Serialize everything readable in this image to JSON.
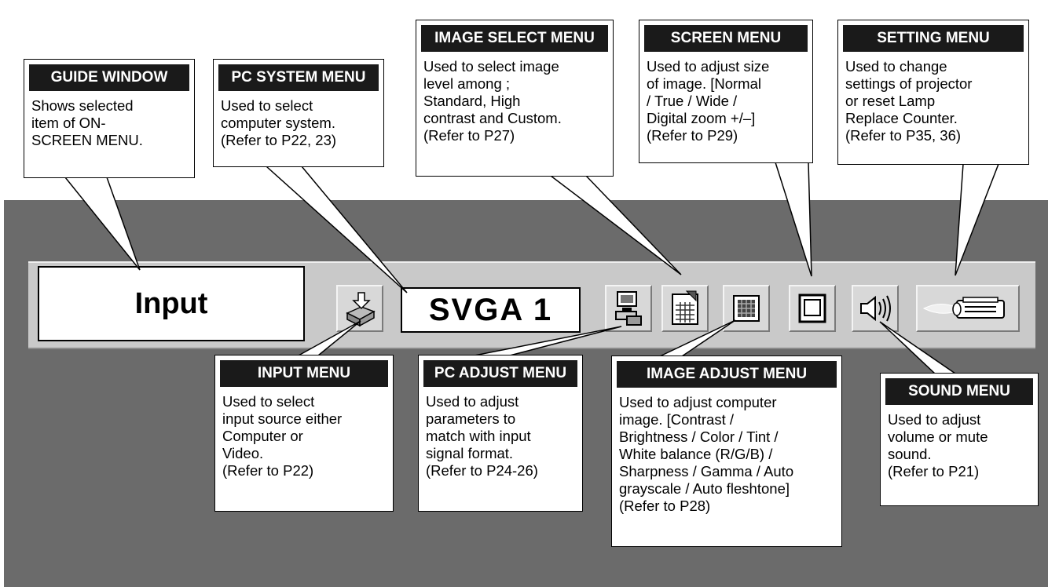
{
  "menubar": {
    "guide_text": "Input",
    "system_text": "SVGA 1",
    "icons": [
      "input-icon",
      "pc-system-icon",
      "pc-adjust-icon",
      "image-select-icon",
      "image-adjust-icon",
      "screen-icon",
      "sound-icon",
      "setting-icon"
    ]
  },
  "callouts": {
    "guide_window": {
      "title": "GUIDE WINDOW",
      "text": "Shows selected\nitem of ON-\nSCREEN MENU."
    },
    "pc_system": {
      "title": "PC SYSTEM MENU",
      "text": "Used to select\ncomputer system.\n(Refer to P22, 23)"
    },
    "image_select": {
      "title": "IMAGE SELECT MENU",
      "text": "Used to select image\nlevel among ;\nStandard, High\ncontrast and Custom.\n(Refer to P27)"
    },
    "screen": {
      "title": "SCREEN MENU",
      "text": "Used to adjust size\nof image.  [Normal\n/ True / Wide /\nDigital zoom +/–]\n(Refer to P29)"
    },
    "setting": {
      "title": "SETTING MENU",
      "text": "Used to change\nsettings of projector\nor reset Lamp\nReplace Counter.\n(Refer to P35, 36)"
    },
    "input": {
      "title": "INPUT MENU",
      "text": "Used to select\ninput source either\nComputer or\nVideo.\n(Refer to P22)"
    },
    "pc_adjust": {
      "title": "PC ADJUST MENU",
      "text": "Used to adjust\nparameters to\nmatch with input\nsignal format.\n(Refer to P24-26)"
    },
    "image_adjust": {
      "title": "IMAGE ADJUST MENU",
      "text": "Used to adjust computer\nimage. [Contrast /\nBrightness / Color / Tint /\nWhite balance (R/G/B) /\nSharpness /  Gamma / Auto\ngrayscale / Auto fleshtone]\n(Refer to P28)"
    },
    "sound": {
      "title": "SOUND MENU",
      "text": "Used to adjust\nvolume or mute\nsound.\n(Refer to P21)"
    }
  }
}
